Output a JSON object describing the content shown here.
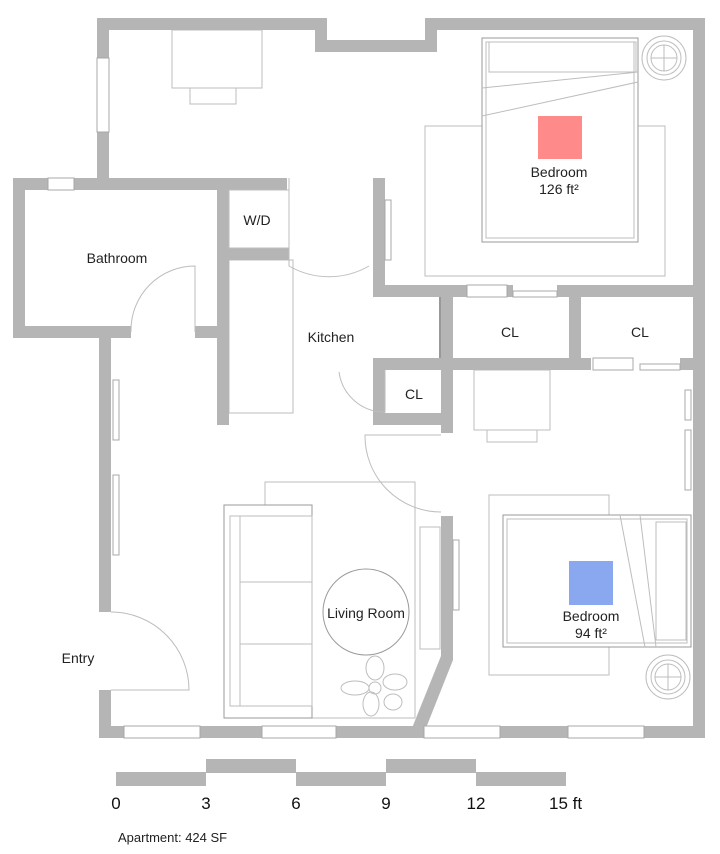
{
  "rooms": {
    "bedroom1": {
      "name": "Bedroom",
      "area": "126 ft²",
      "color": "#ff8a8a"
    },
    "bedroom2": {
      "name": "Bedroom",
      "area": "94 ft²",
      "color": "#8aa8f0"
    },
    "bathroom": "Bathroom",
    "kitchen": "Kitchen",
    "living": "Living Room",
    "entry": "Entry",
    "wd": "W/D",
    "closet1": "CL",
    "closet2": "CL",
    "closet3": "CL"
  },
  "scale": {
    "ticks": [
      "0",
      "3",
      "6",
      "9",
      "12",
      "15 ft"
    ]
  },
  "footer": "Apartment: 424 SF"
}
